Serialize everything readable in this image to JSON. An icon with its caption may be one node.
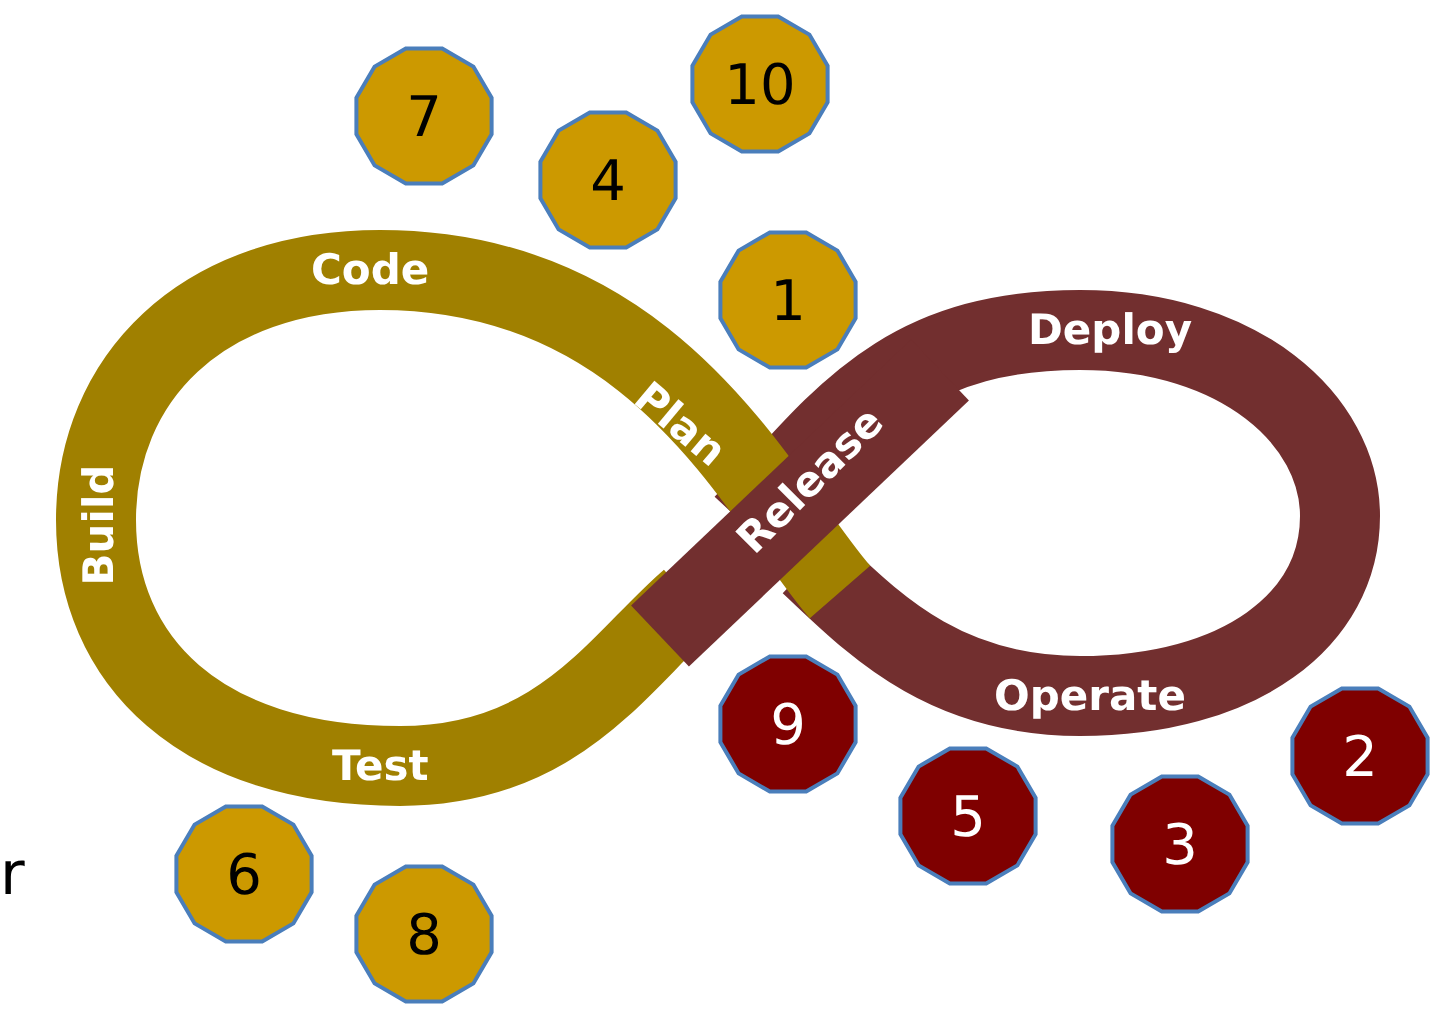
{
  "diagram": {
    "nodes": [
      {
        "text": [
          "10"
        ]
      },
      {
        "text": [
          "7"
        ]
      },
      {
        "text": [
          "4"
        ]
      },
      {
        "text": [
          "Code"
        ]
      },
      {
        "text": [
          "1"
        ]
      },
      {
        "text": [
          "Deploy"
        ]
      },
      {
        "text": [
          "Plan"
        ]
      },
      {
        "text": [
          "Build"
        ]
      },
      {
        "text": [
          "Release"
        ]
      },
      {
        "text": [
          "Operate"
        ]
      },
      {
        "text": [
          "9"
        ]
      },
      {
        "text": [
          "2"
        ]
      },
      {
        "text": [
          "Test"
        ]
      },
      {
        "text": [
          "5"
        ]
      },
      {
        "text": [
          "3"
        ]
      },
      {
        "text": [
          "6"
        ]
      },
      {
        "text": [
          "8"
        ]
      }
    ],
    "labels": [
      "r"
    ]
  }
}
